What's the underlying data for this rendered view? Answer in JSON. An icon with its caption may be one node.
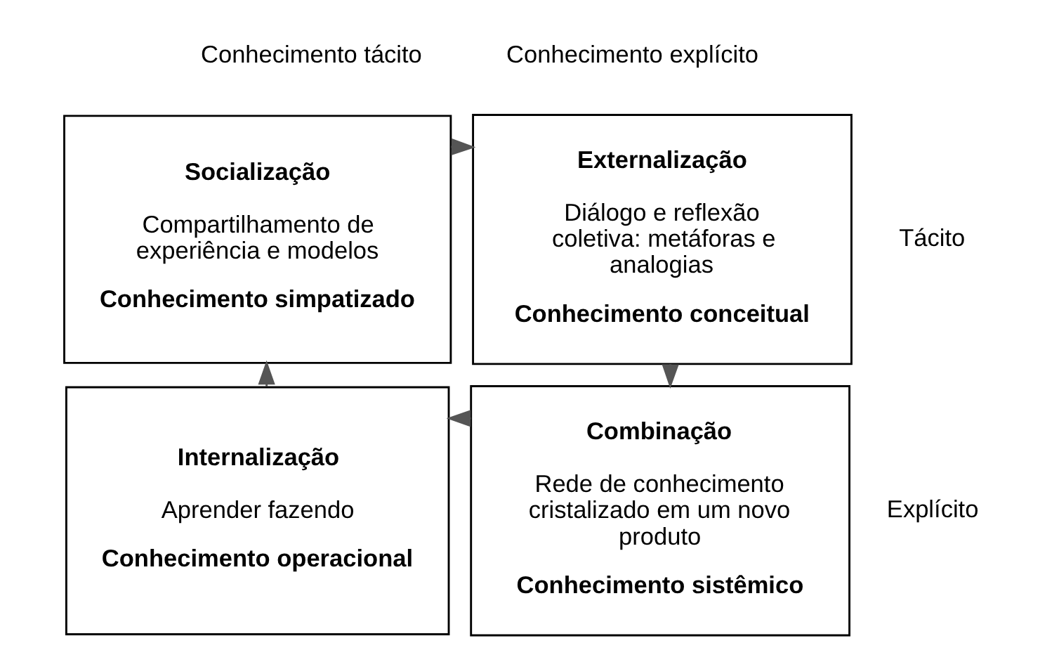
{
  "diagram": {
    "nodes": [
      {
        "text": [
          "Socialização",
          "Compartilhamento de experiência e modelos",
          "Conhecimento simpatizado"
        ]
      },
      {
        "text": [
          "Externalização",
          "Diálogo e reflexão coletiva: metáforas e analogias",
          "Conhecimento conceitual"
        ]
      },
      {
        "text": [
          "Internalização",
          "Aprender fazendo",
          "Conhecimento operacional"
        ]
      },
      {
        "text": [
          "Combinação",
          "Rede de conhecimento cristalizado em um novo produto",
          "Conhecimento sistêmico"
        ]
      }
    ],
    "edges": [
      {
        "from": 0,
        "to": 1,
        "arrow": "to"
      },
      {
        "from": 1,
        "to": 3,
        "arrow": "to"
      },
      {
        "from": 3,
        "to": 2,
        "arrow": "to"
      },
      {
        "from": 2,
        "to": 0,
        "arrow": "to"
      }
    ],
    "labels": [
      "Conhecimento tácito",
      "Conhecimento explícito",
      "Tácito",
      "Explícito"
    ]
  }
}
